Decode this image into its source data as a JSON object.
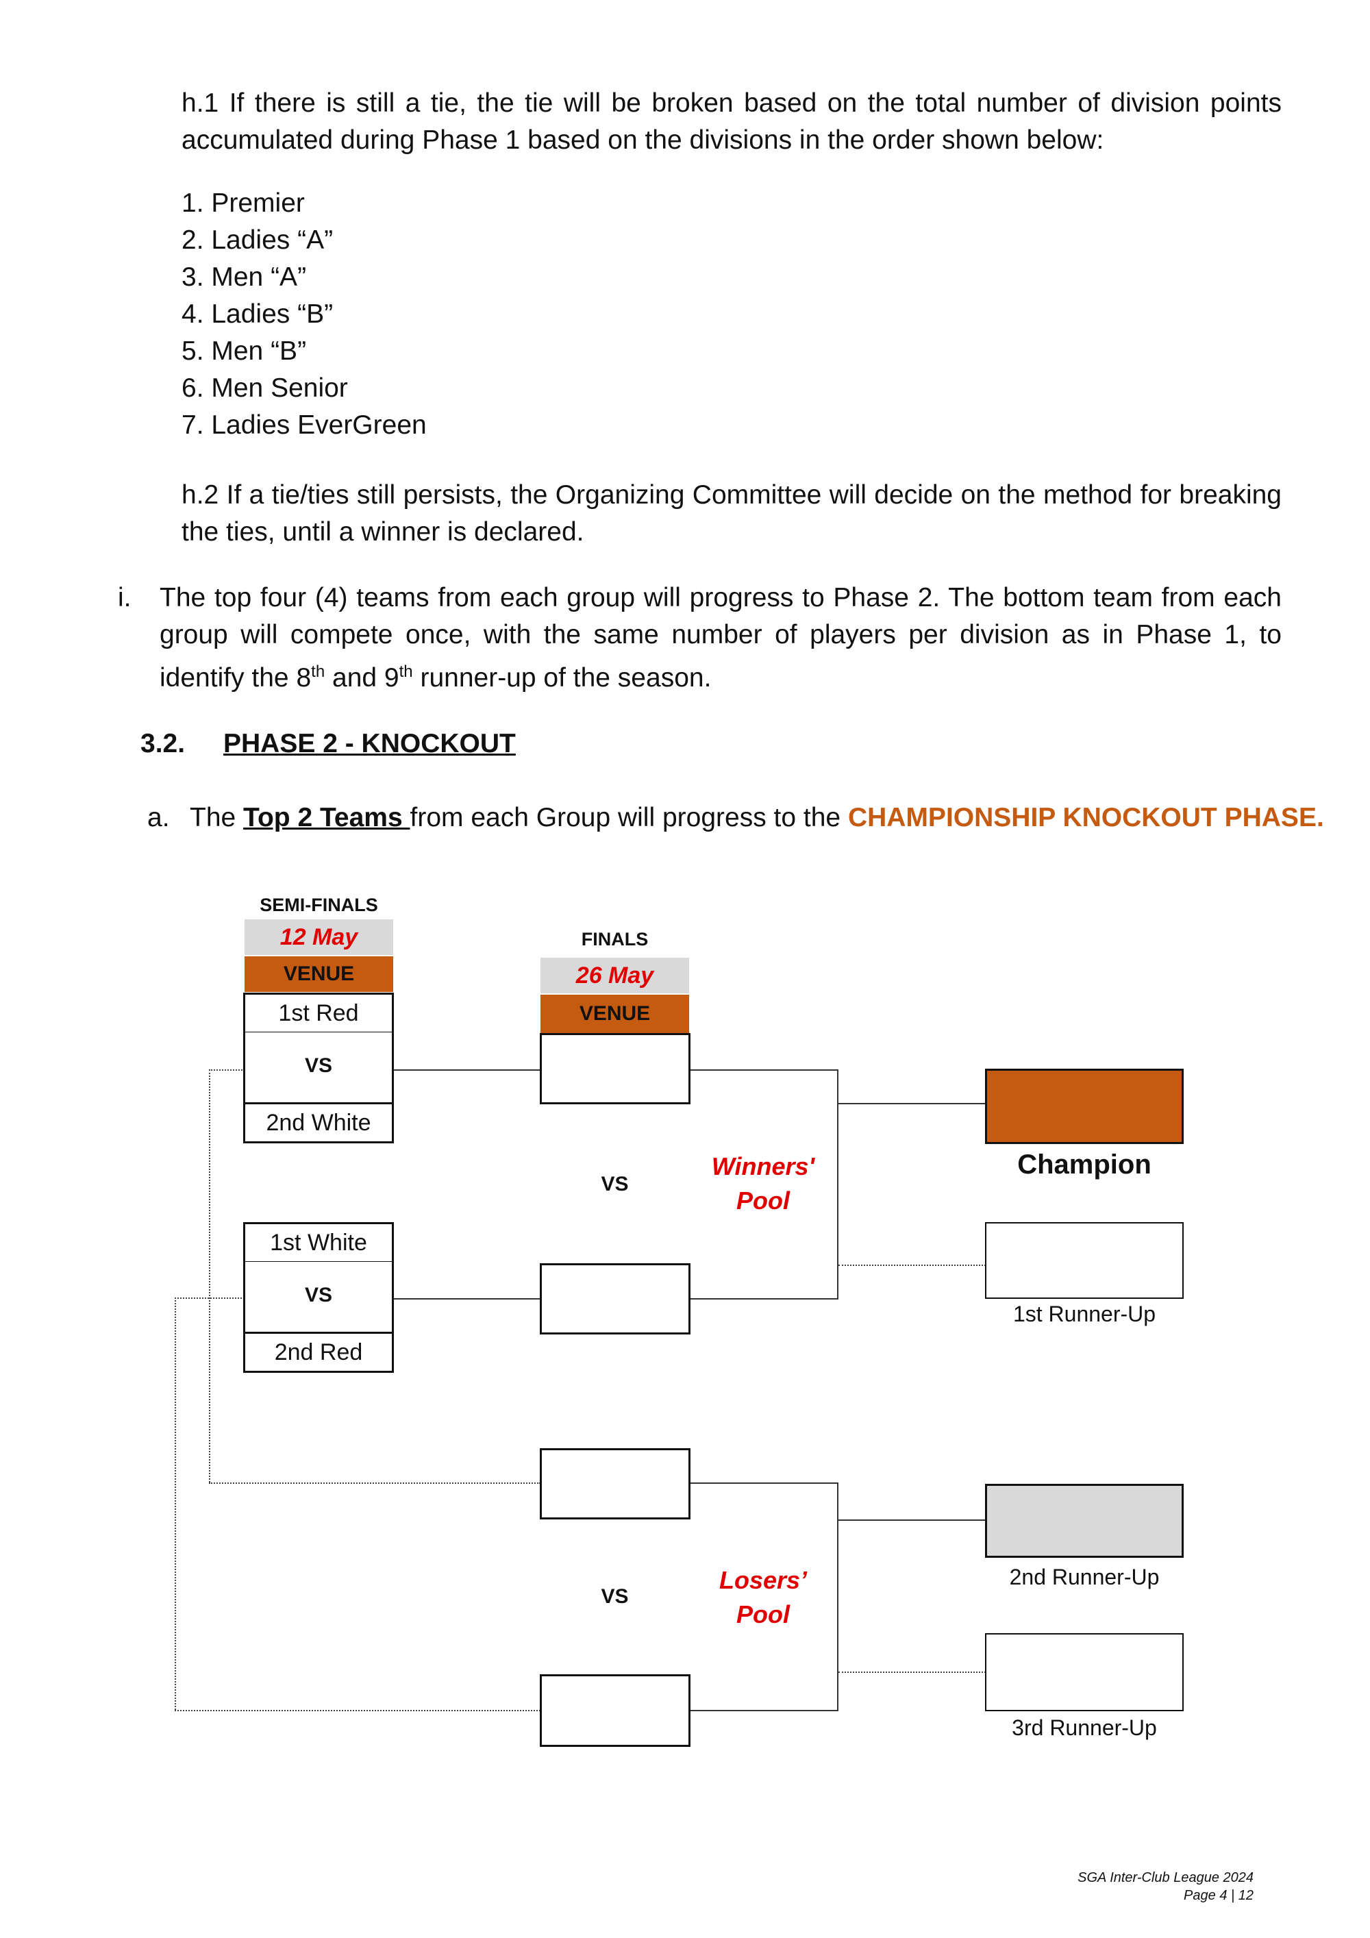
{
  "h1": {
    "text": "h.1  If there is still a tie, the tie will be broken based on the total number of division points accumulated during Phase 1 based on the divisions in the order shown below:"
  },
  "divisions": [
    "1.  Premier",
    "2.  Ladies “A”",
    "3.  Men “A”",
    "4.  Ladies “B”",
    "5.  Men “B”",
    "6.  Men Senior",
    "7.  Ladies EverGreen"
  ],
  "h2": {
    "text": "h.2 If a tie/ties still persists, the Organizing Committee will decide on the method for breaking the ties, until a winner is declared."
  },
  "item_i": {
    "marker": "i.",
    "text_a": "The top four (4) teams from each group will progress to Phase 2. The bottom team from each group will compete once, with the same number of players per division as in Phase 1, to identify the 8",
    "sup1": "th",
    "text_b": " and 9",
    "sup2": "th",
    "text_c": " runner-up of the season."
  },
  "section": {
    "number": "3.2.",
    "title": "PHASE 2 - KNOCKOUT"
  },
  "item_a": {
    "marker": "a.",
    "text_a": "The ",
    "bold": "Top 2 Teams ",
    "text_b": "from each Group will progress to the ",
    "highlight": "CHAMPIONSHIP KNOCKOUT PHASE."
  },
  "bracket": {
    "semi_header": "SEMI-FINALS",
    "semi_date": "12 May",
    "semi_venue": "VENUE",
    "final_header": "FINALS",
    "final_date": "26 May",
    "final_venue": "VENUE",
    "match1": {
      "team1": "1st Red",
      "vs": "VS",
      "team2": "2nd White"
    },
    "match2": {
      "team1": "1st White",
      "vs": "VS",
      "team2": "2nd Red"
    },
    "final_vs_top": "VS",
    "final_vs_bottom": "VS",
    "winners_pool": "Winners' Pool",
    "losers_pool": "Losers’ Pool",
    "champion": "Champion",
    "runner1": "1st Runner-Up",
    "runner2": "2nd Runner-Up",
    "runner3": "3rd Runner-Up",
    "colors": {
      "venue": "#c55a11",
      "date_bg": "#d9d9d9",
      "date_text": "#e00000",
      "champion_fill": "#c55a11",
      "runner2_fill": "#d9d9d9"
    }
  },
  "footer": {
    "line1": "SGA Inter-Club League 2024",
    "line2": "Page 4 | 12"
  }
}
